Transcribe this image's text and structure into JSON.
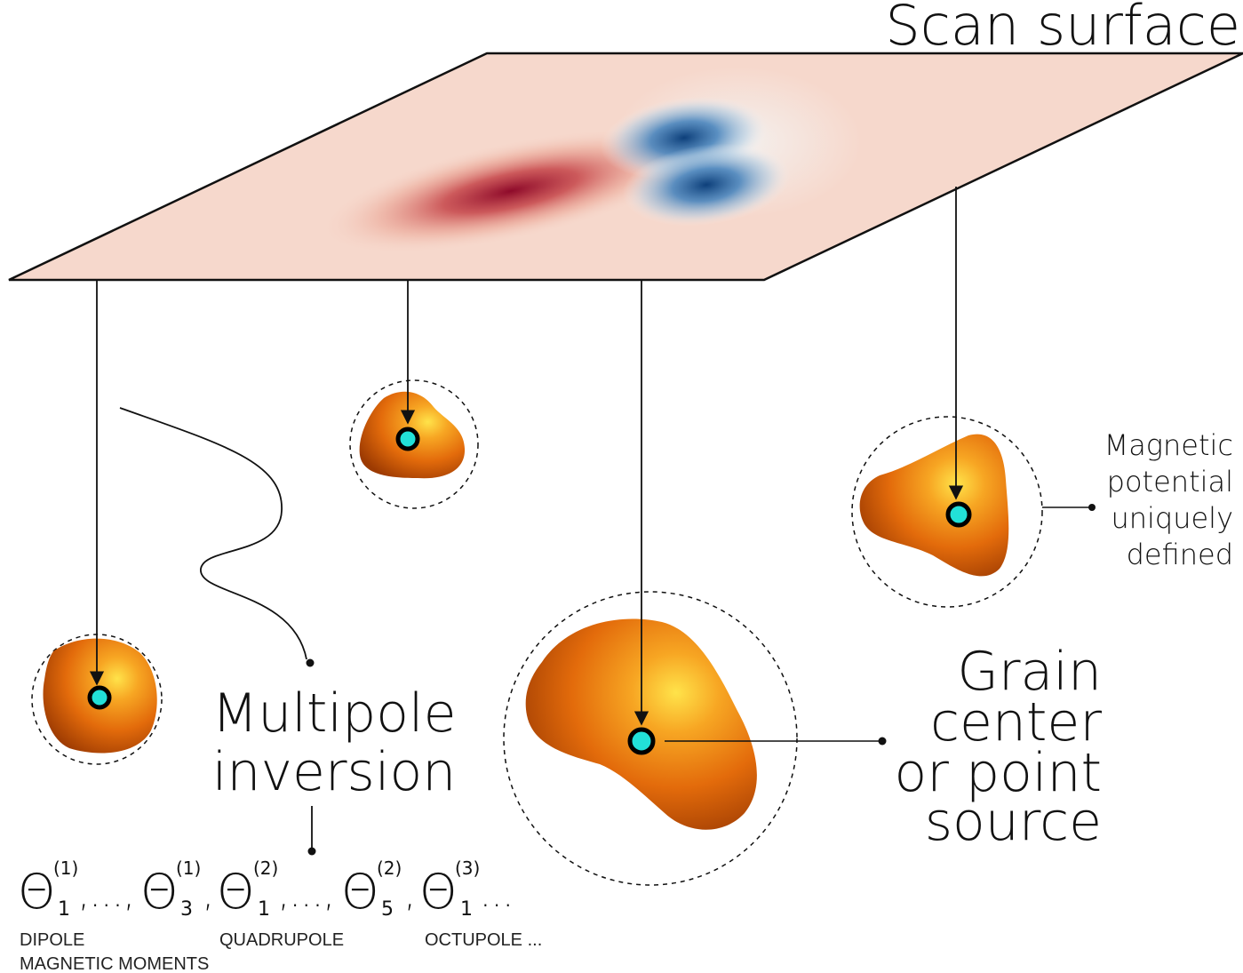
{
  "labels": {
    "scan_surface": "Scan surface",
    "potential_lines": [
      "Magnetic",
      "potential",
      "uniquely",
      "defined"
    ],
    "grain_lines": [
      "Grain",
      "center",
      "or point",
      "source"
    ],
    "multipole_lines": [
      "Multipole",
      "inversion"
    ]
  },
  "moments": {
    "symbol": "Θ",
    "terms": [
      {
        "order": "(1)",
        "index": "1",
        "sep": ",...,"
      },
      {
        "order": "(1)",
        "index": "3",
        "sep": ","
      },
      {
        "order": "(2)",
        "index": "1",
        "sep": ",...,"
      },
      {
        "order": "(2)",
        "index": "5",
        "sep": ","
      },
      {
        "order": "(3)",
        "index": "1",
        "sep": " ..."
      }
    ],
    "categories": [
      "DIPOLE",
      "QUADRUPOLE",
      "OCTUPOLE ..."
    ],
    "footer": "MAGNETIC MOMENTS"
  },
  "colors": {
    "grain_orange": "#e8780e",
    "center_marker": "#22e0d8",
    "field_positive": "#8e0a2a",
    "field_negative": "#0d3f7a",
    "surface_base": "#f6d8cc"
  }
}
